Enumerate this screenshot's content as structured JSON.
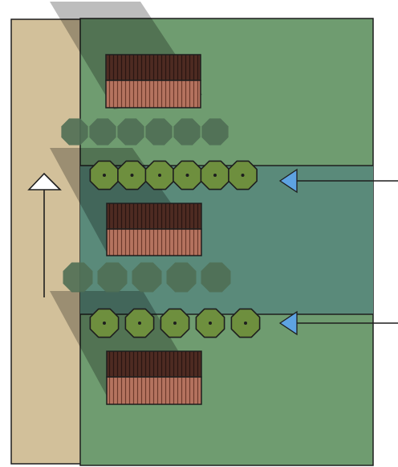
{
  "colors": {
    "background": "#ffffff",
    "path_strip": "#d2c09a",
    "field_green": "#6f9c70",
    "field_dark_band": "#5a8a7a",
    "shadow": "#000000",
    "building_roof": "#4e2b22",
    "building_wall": "#b5735f",
    "tree_sunlit": "#6e8f3e",
    "tree_shadow": "#4f6e54",
    "wind_arrow": "#5ea3e2",
    "outline": "#1e1e1e",
    "flow_arrow_fill": "#ffffff"
  },
  "icons": {
    "path_direction": "hollow-arrow-up-icon",
    "wind_marker": "blue-triangle-arrow-icon",
    "tree": "round-tree-canopy-icon",
    "building": "building-roof-icon"
  },
  "rows": [
    {
      "id": "row-1",
      "building": true,
      "shadow_trees": 6,
      "sunlit_trees": 0,
      "wind_arrow": false
    },
    {
      "id": "row-2",
      "building": true,
      "shadow_trees": 5,
      "sunlit_trees": 6,
      "wind_arrow": true
    },
    {
      "id": "row-3",
      "building": true,
      "shadow_trees": 0,
      "sunlit_trees": 5,
      "wind_arrow": true
    }
  ]
}
